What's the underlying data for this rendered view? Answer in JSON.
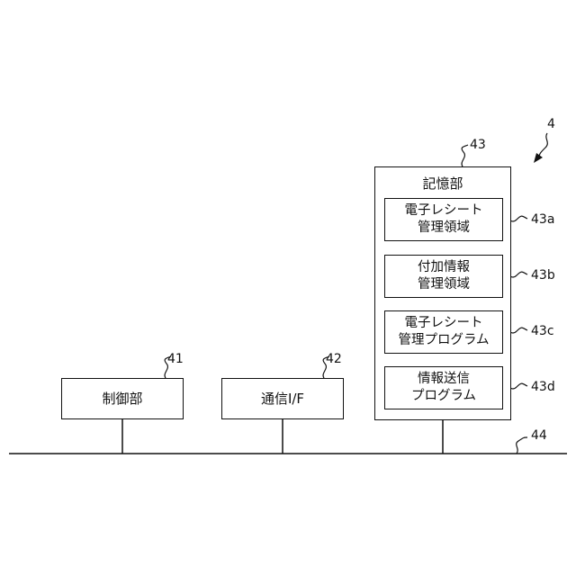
{
  "figure_ref": "4",
  "controller": {
    "label": "制御部",
    "ref": "41"
  },
  "comm_if": {
    "label": "通信I/F",
    "ref": "42"
  },
  "storage": {
    "label": "記憶部",
    "ref": "43",
    "areas": [
      {
        "lines": [
          "電子レシート",
          "管理領域"
        ],
        "ref": "43a"
      },
      {
        "lines": [
          "付加情報",
          "管理領域"
        ],
        "ref": "43b"
      },
      {
        "lines": [
          "電子レシート",
          "管理プログラム"
        ],
        "ref": "43c"
      },
      {
        "lines": [
          "情報送信",
          "プログラム"
        ],
        "ref": "43d"
      }
    ]
  },
  "bus": {
    "ref": "44"
  }
}
